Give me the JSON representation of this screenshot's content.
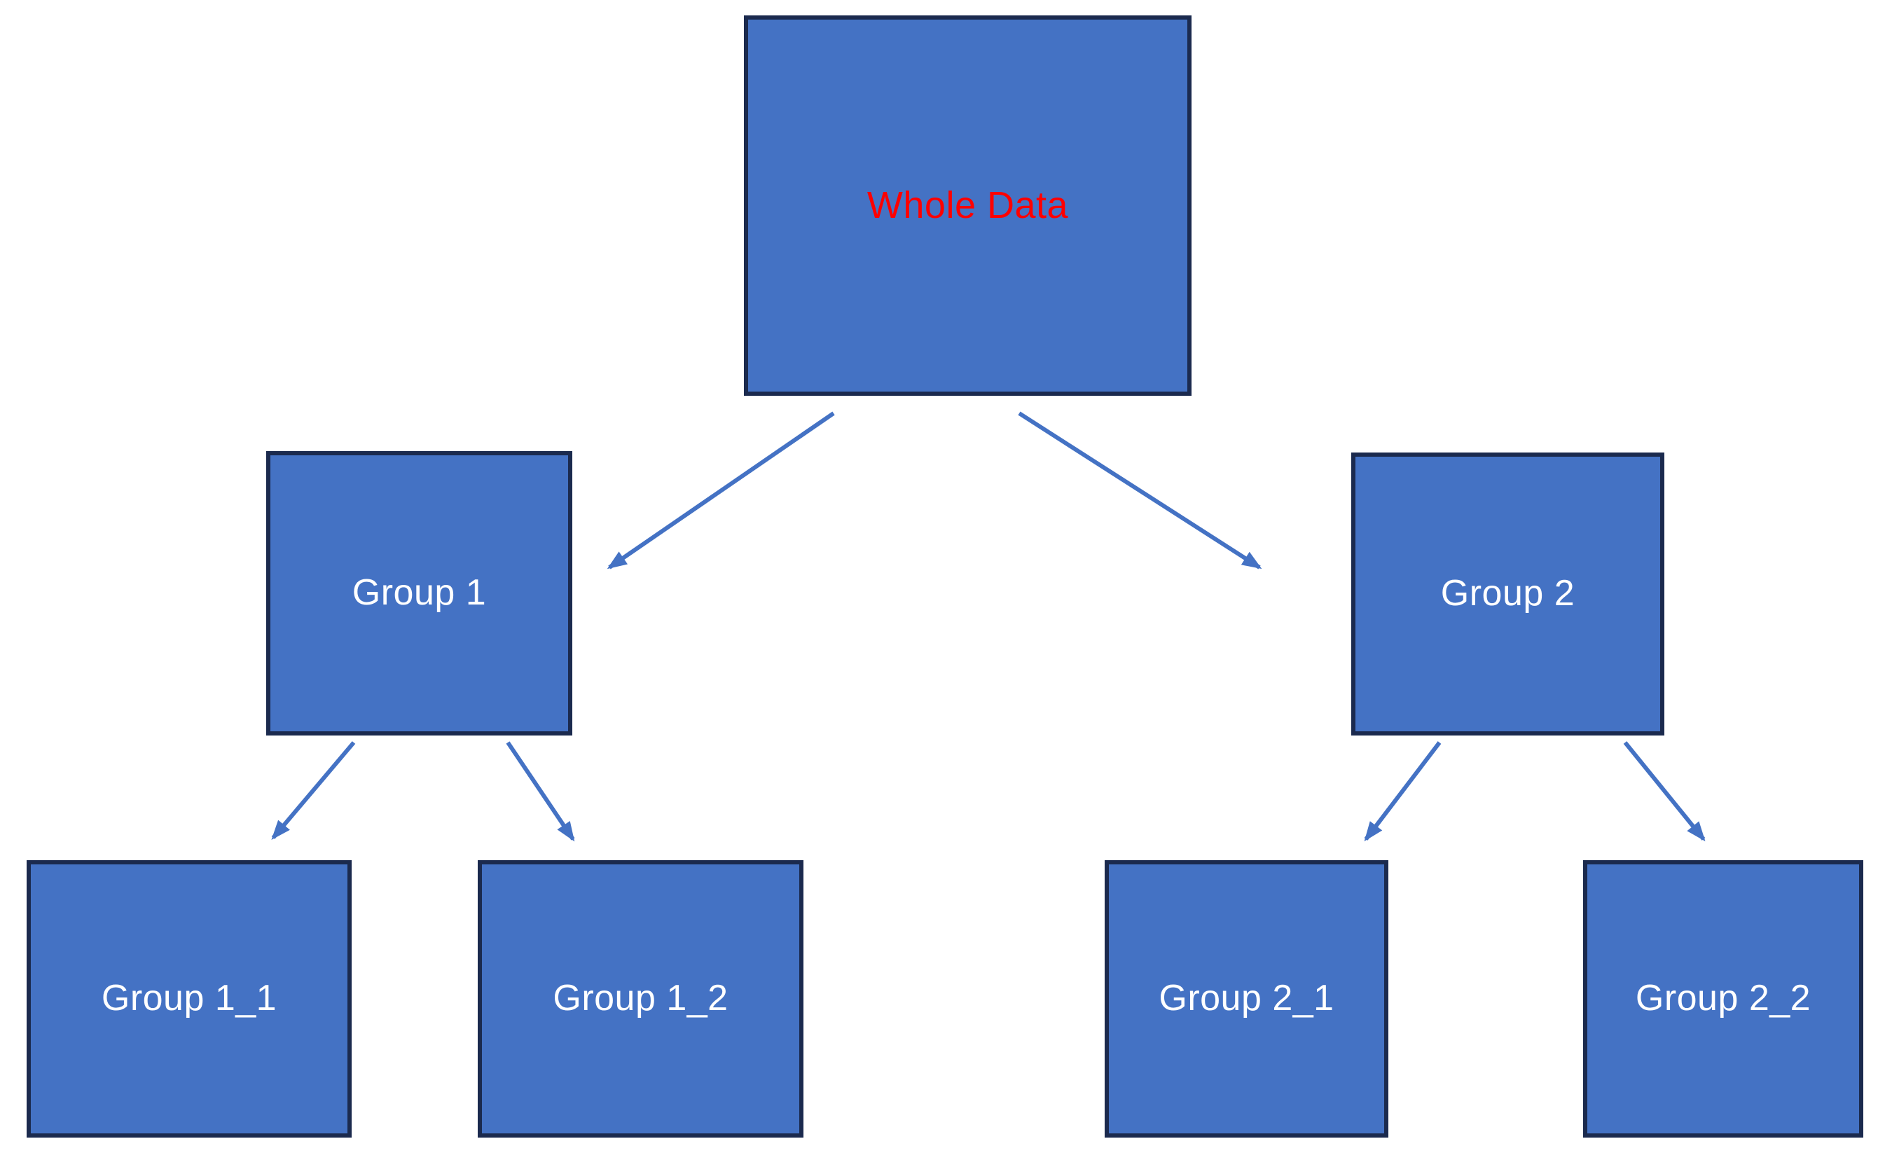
{
  "diagram": {
    "type": "tree",
    "background_color": "#ffffff",
    "colors": {
      "node_fill": "#4472c4",
      "node_border": "#1b2a4e",
      "arrow": "#4472c4",
      "root_text": "#ff0000",
      "node_text": "#ffffff"
    },
    "nodes": [
      {
        "id": "whole-data",
        "label": "Whole Data",
        "level": 0,
        "text_color": "#ff0000"
      },
      {
        "id": "group-1",
        "label": "Group 1",
        "level": 1,
        "text_color": "#ffffff"
      },
      {
        "id": "group-2",
        "label": "Group 2",
        "level": 1,
        "text_color": "#ffffff"
      },
      {
        "id": "group-1-1",
        "label": "Group 1_1",
        "level": 2,
        "text_color": "#ffffff"
      },
      {
        "id": "group-1-2",
        "label": "Group 1_2",
        "level": 2,
        "text_color": "#ffffff"
      },
      {
        "id": "group-2-1",
        "label": "Group 2_1",
        "level": 2,
        "text_color": "#ffffff"
      },
      {
        "id": "group-2-2",
        "label": "Group 2_2",
        "level": 2,
        "text_color": "#ffffff"
      }
    ],
    "edges": [
      {
        "from": "whole-data",
        "to": "group-1"
      },
      {
        "from": "whole-data",
        "to": "group-2"
      },
      {
        "from": "group-1",
        "to": "group-1-1"
      },
      {
        "from": "group-1",
        "to": "group-1-2"
      },
      {
        "from": "group-2",
        "to": "group-2-1"
      },
      {
        "from": "group-2",
        "to": "group-2-2"
      }
    ]
  }
}
